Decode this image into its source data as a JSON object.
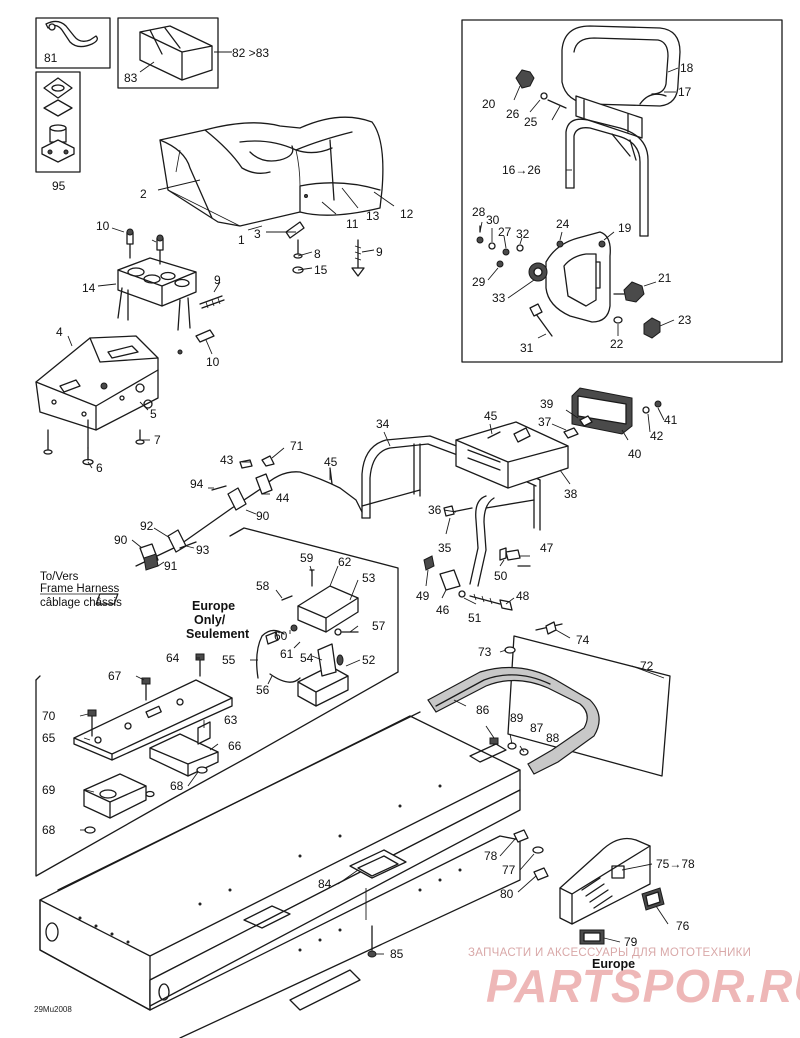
{
  "diagram": {
    "drawing_code": "29Mu2008",
    "watermark": {
      "line1": "ЗАПЧАСТИ И АКСЕССУАРЫ ДЛЯ МОТОТЕХНИКИ",
      "line2": "PARTSPOR.RU"
    },
    "notes": {
      "europe_only_line1": "Europe",
      "europe_only_line2": "Only/",
      "europe_only_line3": "Seulement",
      "harness_line1": "To/Vers",
      "harness_line2": "Frame Harness",
      "harness_line3": "câblage châssis",
      "europe": "Europe"
    },
    "callouts": [
      {
        "id": "c81",
        "text": "81"
      },
      {
        "id": "c82",
        "text": "82 >83"
      },
      {
        "id": "c83",
        "text": "83"
      },
      {
        "id": "c95",
        "text": "95"
      },
      {
        "id": "c2",
        "text": "2"
      },
      {
        "id": "c1",
        "text": "1"
      },
      {
        "id": "c11",
        "text": "11"
      },
      {
        "id": "c13",
        "text": "13"
      },
      {
        "id": "c12",
        "text": "12"
      },
      {
        "id": "c3",
        "text": "3"
      },
      {
        "id": "c8",
        "text": "8"
      },
      {
        "id": "c15",
        "text": "15"
      },
      {
        "id": "c9a",
        "text": "9"
      },
      {
        "id": "c10a",
        "text": "10"
      },
      {
        "id": "c14",
        "text": "14"
      },
      {
        "id": "c9b",
        "text": "9"
      },
      {
        "id": "c10b",
        "text": "10"
      },
      {
        "id": "c4",
        "text": "4"
      },
      {
        "id": "c5",
        "text": "5"
      },
      {
        "id": "c7",
        "text": "7"
      },
      {
        "id": "c6",
        "text": "6"
      },
      {
        "id": "c18",
        "text": "18"
      },
      {
        "id": "c17",
        "text": "17"
      },
      {
        "id": "c20",
        "text": "20"
      },
      {
        "id": "c26",
        "text": "26"
      },
      {
        "id": "c25",
        "text": "25"
      },
      {
        "id": "c16",
        "text": "16→26"
      },
      {
        "id": "c28",
        "text": "28"
      },
      {
        "id": "c30",
        "text": "30"
      },
      {
        "id": "c27",
        "text": "27"
      },
      {
        "id": "c32",
        "text": "32"
      },
      {
        "id": "c24",
        "text": "24"
      },
      {
        "id": "c19",
        "text": "19"
      },
      {
        "id": "c29",
        "text": "29"
      },
      {
        "id": "c33",
        "text": "33"
      },
      {
        "id": "c21",
        "text": "21"
      },
      {
        "id": "c23",
        "text": "23"
      },
      {
        "id": "c22",
        "text": "22"
      },
      {
        "id": "c31",
        "text": "31"
      },
      {
        "id": "c34",
        "text": "34"
      },
      {
        "id": "c45a",
        "text": "45"
      },
      {
        "id": "c39",
        "text": "39"
      },
      {
        "id": "c37",
        "text": "37"
      },
      {
        "id": "c41",
        "text": "41"
      },
      {
        "id": "c42",
        "text": "42"
      },
      {
        "id": "c40",
        "text": "40"
      },
      {
        "id": "c38",
        "text": "38"
      },
      {
        "id": "c43",
        "text": "43"
      },
      {
        "id": "c71",
        "text": "71"
      },
      {
        "id": "c45b",
        "text": "45"
      },
      {
        "id": "c94",
        "text": "94"
      },
      {
        "id": "c44",
        "text": "44"
      },
      {
        "id": "c90a",
        "text": "90"
      },
      {
        "id": "c92",
        "text": "92"
      },
      {
        "id": "c90b",
        "text": "90"
      },
      {
        "id": "c93",
        "text": "93"
      },
      {
        "id": "c91",
        "text": "91"
      },
      {
        "id": "c36",
        "text": "36"
      },
      {
        "id": "c35",
        "text": "35"
      },
      {
        "id": "c47",
        "text": "47"
      },
      {
        "id": "c50",
        "text": "50"
      },
      {
        "id": "c49",
        "text": "49"
      },
      {
        "id": "c46",
        "text": "46"
      },
      {
        "id": "c51",
        "text": "51"
      },
      {
        "id": "c48",
        "text": "48"
      },
      {
        "id": "c59",
        "text": "59"
      },
      {
        "id": "c62",
        "text": "62"
      },
      {
        "id": "c53",
        "text": "53"
      },
      {
        "id": "c58",
        "text": "58"
      },
      {
        "id": "c57",
        "text": "57"
      },
      {
        "id": "c60",
        "text": "60"
      },
      {
        "id": "c61",
        "text": "61"
      },
      {
        "id": "c54",
        "text": "54"
      },
      {
        "id": "c52",
        "text": "52"
      },
      {
        "id": "c55",
        "text": "55"
      },
      {
        "id": "c56",
        "text": "56"
      },
      {
        "id": "c64",
        "text": "64"
      },
      {
        "id": "c67",
        "text": "67"
      },
      {
        "id": "c70",
        "text": "70"
      },
      {
        "id": "c65",
        "text": "65"
      },
      {
        "id": "c63",
        "text": "63"
      },
      {
        "id": "c66",
        "text": "66"
      },
      {
        "id": "c68a",
        "text": "68"
      },
      {
        "id": "c69",
        "text": "69"
      },
      {
        "id": "c68b",
        "text": "68"
      },
      {
        "id": "c74",
        "text": "74"
      },
      {
        "id": "c73",
        "text": "73"
      },
      {
        "id": "c72",
        "text": "72"
      },
      {
        "id": "c86",
        "text": "86"
      },
      {
        "id": "c89",
        "text": "89"
      },
      {
        "id": "c87",
        "text": "87"
      },
      {
        "id": "c88",
        "text": "88"
      },
      {
        "id": "c78a",
        "text": "78"
      },
      {
        "id": "c77",
        "text": "77"
      },
      {
        "id": "c75",
        "text": "75→78"
      },
      {
        "id": "c80",
        "text": "80"
      },
      {
        "id": "c76",
        "text": "76"
      },
      {
        "id": "c84",
        "text": "84"
      },
      {
        "id": "c85",
        "text": "85"
      },
      {
        "id": "c79",
        "text": "79"
      }
    ]
  }
}
